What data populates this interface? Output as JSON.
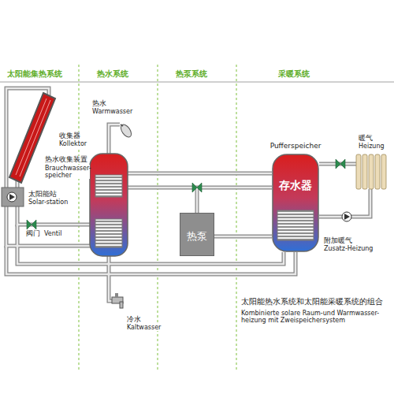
{
  "diagram": {
    "caption": "太阳能热水系统和太阳能采暖系统的组合",
    "nodes": [
      {
        "text": [
          "热泵"
        ]
      },
      {
        "text": [
          "存水器",
          "Pufferspeicher"
        ]
      }
    ],
    "edges": [
      {
        "from": 0,
        "to": 1,
        "arrow": "none"
      }
    ],
    "labels": [
      "太阳能集热系统",
      "热水系统",
      "热泵系统",
      "采暖系统",
      "收集器",
      "Kollektor",
      "热水收集装置",
      "Brauchwasser-speicher",
      "太阳能站",
      "Solar-station",
      "阀门",
      "Ventil",
      "热水",
      "Warmwasser",
      "冷水",
      "Kaltwasser",
      "暖气",
      "Heizung",
      "附加暖气",
      "Zusatz-Heizung",
      "Kombinierte solare Raum-und Warmwasser-heizung mit Zweispeichersystem"
    ]
  }
}
